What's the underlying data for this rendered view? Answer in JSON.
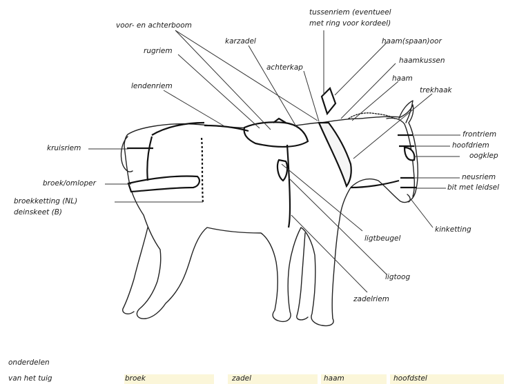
{
  "labels": {
    "voor_achterboom": "voor- en achterboom",
    "tussenriem_1": "tussenriem (eventueel",
    "tussenriem_2": "met ring voor kordeel)",
    "karzadel": "karzadel",
    "haamspaanoor": "haam(spaan)oor",
    "rugriem": "rugriem",
    "haamkussen": "haamkussen",
    "achterkap": "achterkap",
    "haam": "haam",
    "lendenriem": "lendenriem",
    "trekhaak": "trekhaak",
    "frontriem": "frontriem",
    "hoofdriem": "hoofdriem",
    "oogklep": "oogklep",
    "kruisriem": "kruisriem",
    "neusriem": "neusriem",
    "bit_leidsel": "bit met leidsel",
    "broek_omloper": "broek/omloper",
    "broekketting_1": "broekketting (NL)",
    "broekketting_2": "deinskeet (B)",
    "kinketting": "kinketting",
    "ligtbeugel": "ligtbeugel",
    "ligtoog": "ligtoog",
    "zadelriem": "zadelriem"
  },
  "footer": {
    "onderdelen_1": "onderdelen",
    "onderdelen_2": "van het tuig",
    "broek": "broek",
    "zadel": "zadel",
    "haam": "haam",
    "hoofdstel": "hoofdstel"
  }
}
